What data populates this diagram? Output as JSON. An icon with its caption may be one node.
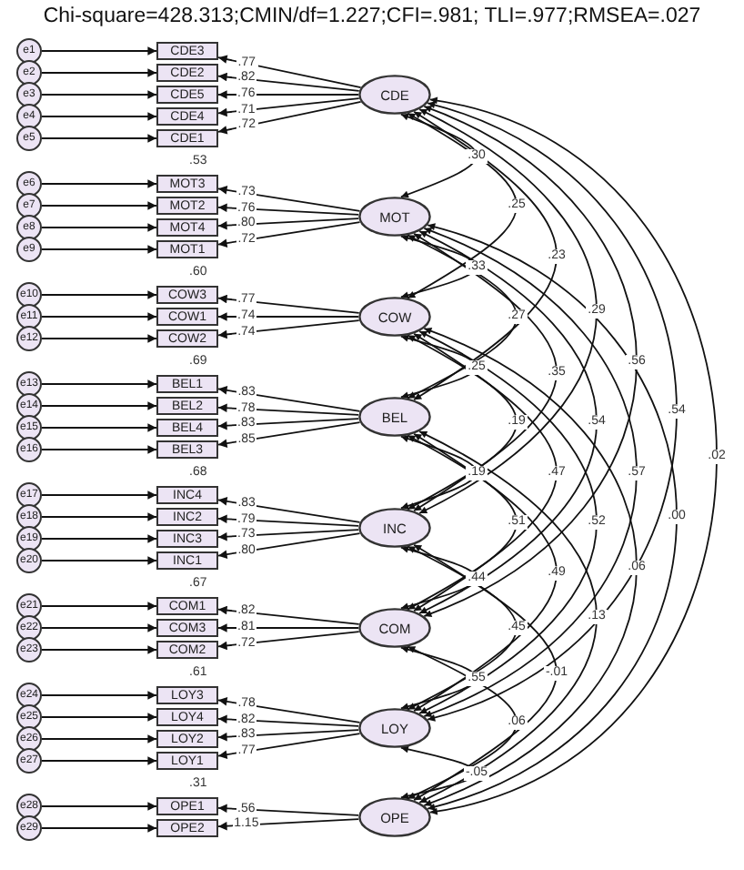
{
  "diagram": {
    "title": "Chi-square=428.313;CMIN/df=1.227;CFI=.981; TLI=.977;RMSEA=.027",
    "nodes": [
      {
        "text": [
          "CDE"
        ]
      },
      {
        "text": [
          "e1"
        ]
      },
      {
        "text": [
          "CDE3"
        ]
      },
      {
        "text": [
          "e2"
        ]
      },
      {
        "text": [
          "CDE2"
        ]
      },
      {
        "text": [
          "e3"
        ]
      },
      {
        "text": [
          "CDE5"
        ]
      },
      {
        "text": [
          "e4"
        ]
      },
      {
        "text": [
          "CDE4"
        ]
      },
      {
        "text": [
          "e5"
        ]
      },
      {
        "text": [
          "CDE1"
        ]
      },
      {
        "text": [
          "MOT"
        ]
      },
      {
        "text": [
          "e6"
        ]
      },
      {
        "text": [
          "MOT3"
        ],
        "beside": [
          ".53"
        ]
      },
      {
        "text": [
          "e7"
        ]
      },
      {
        "text": [
          "MOT2"
        ]
      },
      {
        "text": [
          "e8"
        ]
      },
      {
        "text": [
          "MOT4"
        ]
      },
      {
        "text": [
          "e9"
        ]
      },
      {
        "text": [
          "MOT1"
        ]
      },
      {
        "text": [
          "COW"
        ]
      },
      {
        "text": [
          "e10"
        ]
      },
      {
        "text": [
          "COW3"
        ],
        "beside": [
          ".60"
        ]
      },
      {
        "text": [
          "e11"
        ]
      },
      {
        "text": [
          "COW1"
        ]
      },
      {
        "text": [
          "e12"
        ]
      },
      {
        "text": [
          "COW2"
        ]
      },
      {
        "text": [
          "BEL"
        ]
      },
      {
        "text": [
          "e13"
        ]
      },
      {
        "text": [
          "BEL1"
        ],
        "beside": [
          ".69"
        ]
      },
      {
        "text": [
          "e14"
        ]
      },
      {
        "text": [
          "BEL2"
        ]
      },
      {
        "text": [
          "e15"
        ]
      },
      {
        "text": [
          "BEL4"
        ]
      },
      {
        "text": [
          "e16"
        ]
      },
      {
        "text": [
          "BEL3"
        ]
      },
      {
        "text": [
          "INC"
        ]
      },
      {
        "text": [
          "e17"
        ]
      },
      {
        "text": [
          "INC4"
        ],
        "beside": [
          ".68"
        ]
      },
      {
        "text": [
          "e18"
        ]
      },
      {
        "text": [
          "INC2"
        ]
      },
      {
        "text": [
          "e19"
        ]
      },
      {
        "text": [
          "INC3"
        ]
      },
      {
        "text": [
          "e20"
        ]
      },
      {
        "text": [
          "INC1"
        ]
      },
      {
        "text": [
          "COM"
        ]
      },
      {
        "text": [
          "e21"
        ]
      },
      {
        "text": [
          "COM1"
        ],
        "beside": [
          ".67"
        ]
      },
      {
        "text": [
          "e22"
        ]
      },
      {
        "text": [
          "COM3"
        ]
      },
      {
        "text": [
          "e23"
        ]
      },
      {
        "text": [
          "COM2"
        ]
      },
      {
        "text": [
          "LOY"
        ]
      },
      {
        "text": [
          "e24"
        ]
      },
      {
        "text": [
          "LOY3"
        ],
        "beside": [
          ".61"
        ]
      },
      {
        "text": [
          "e25"
        ]
      },
      {
        "text": [
          "LOY4"
        ]
      },
      {
        "text": [
          "e26"
        ]
      },
      {
        "text": [
          "LOY2"
        ]
      },
      {
        "text": [
          "e27"
        ]
      },
      {
        "text": [
          "LOY1"
        ]
      },
      {
        "text": [
          "OPE"
        ]
      },
      {
        "text": [
          "e28"
        ]
      },
      {
        "text": [
          "OPE1"
        ],
        "beside": [
          ".31"
        ]
      },
      {
        "text": [
          "e29"
        ]
      },
      {
        "text": [
          "OPE2"
        ]
      }
    ],
    "edges": [
      {
        "from": 1,
        "to": 2,
        "arrow": "to"
      },
      {
        "from": 0,
        "to": 2,
        "arrow": "to",
        "label": ".77"
      },
      {
        "from": 3,
        "to": 4,
        "arrow": "to"
      },
      {
        "from": 0,
        "to": 4,
        "arrow": "to",
        "label": ".82"
      },
      {
        "from": 5,
        "to": 6,
        "arrow": "to"
      },
      {
        "from": 0,
        "to": 6,
        "arrow": "to",
        "label": ".76"
      },
      {
        "from": 7,
        "to": 8,
        "arrow": "to"
      },
      {
        "from": 0,
        "to": 8,
        "arrow": "to",
        "label": ".71"
      },
      {
        "from": 9,
        "to": 10,
        "arrow": "to"
      },
      {
        "from": 0,
        "to": 10,
        "arrow": "to",
        "label": ".72"
      },
      {
        "from": 12,
        "to": 13,
        "arrow": "to"
      },
      {
        "from": 11,
        "to": 13,
        "arrow": "to",
        "label": ".73"
      },
      {
        "from": 14,
        "to": 15,
        "arrow": "to"
      },
      {
        "from": 11,
        "to": 15,
        "arrow": "to",
        "label": ".76"
      },
      {
        "from": 16,
        "to": 17,
        "arrow": "to"
      },
      {
        "from": 11,
        "to": 17,
        "arrow": "to",
        "label": ".80"
      },
      {
        "from": 18,
        "to": 19,
        "arrow": "to"
      },
      {
        "from": 11,
        "to": 19,
        "arrow": "to",
        "label": ".72"
      },
      {
        "from": 21,
        "to": 22,
        "arrow": "to"
      },
      {
        "from": 20,
        "to": 22,
        "arrow": "to",
        "label": ".77"
      },
      {
        "from": 23,
        "to": 24,
        "arrow": "to"
      },
      {
        "from": 20,
        "to": 24,
        "arrow": "to",
        "label": ".74"
      },
      {
        "from": 25,
        "to": 26,
        "arrow": "to"
      },
      {
        "from": 20,
        "to": 26,
        "arrow": "to",
        "label": ".74"
      },
      {
        "from": 28,
        "to": 29,
        "arrow": "to"
      },
      {
        "from": 27,
        "to": 29,
        "arrow": "to",
        "label": ".83"
      },
      {
        "from": 30,
        "to": 31,
        "arrow": "to"
      },
      {
        "from": 27,
        "to": 31,
        "arrow": "to",
        "label": ".78"
      },
      {
        "from": 32,
        "to": 33,
        "arrow": "to"
      },
      {
        "from": 27,
        "to": 33,
        "arrow": "to",
        "label": ".83"
      },
      {
        "from": 34,
        "to": 35,
        "arrow": "to"
      },
      {
        "from": 27,
        "to": 35,
        "arrow": "to",
        "label": ".85"
      },
      {
        "from": 37,
        "to": 38,
        "arrow": "to"
      },
      {
        "from": 36,
        "to": 38,
        "arrow": "to",
        "label": ".83"
      },
      {
        "from": 39,
        "to": 40,
        "arrow": "to"
      },
      {
        "from": 36,
        "to": 40,
        "arrow": "to",
        "label": ".79"
      },
      {
        "from": 41,
        "to": 42,
        "arrow": "to"
      },
      {
        "from": 36,
        "to": 42,
        "arrow": "to",
        "label": ".73"
      },
      {
        "from": 43,
        "to": 44,
        "arrow": "to"
      },
      {
        "from": 36,
        "to": 44,
        "arrow": "to",
        "label": ".80"
      },
      {
        "from": 46,
        "to": 47,
        "arrow": "to"
      },
      {
        "from": 45,
        "to": 47,
        "arrow": "to",
        "label": ".82"
      },
      {
        "from": 48,
        "to": 49,
        "arrow": "to"
      },
      {
        "from": 45,
        "to": 49,
        "arrow": "to",
        "label": ".81"
      },
      {
        "from": 50,
        "to": 51,
        "arrow": "to"
      },
      {
        "from": 45,
        "to": 51,
        "arrow": "to",
        "label": ".72"
      },
      {
        "from": 53,
        "to": 54,
        "arrow": "to"
      },
      {
        "from": 52,
        "to": 54,
        "arrow": "to",
        "label": ".78"
      },
      {
        "from": 55,
        "to": 56,
        "arrow": "to"
      },
      {
        "from": 52,
        "to": 56,
        "arrow": "to",
        "label": ".82"
      },
      {
        "from": 57,
        "to": 58,
        "arrow": "to"
      },
      {
        "from": 52,
        "to": 58,
        "arrow": "to",
        "label": ".83"
      },
      {
        "from": 59,
        "to": 60,
        "arrow": "to"
      },
      {
        "from": 52,
        "to": 60,
        "arrow": "to",
        "label": ".77"
      },
      {
        "from": 62,
        "to": 63,
        "arrow": "to"
      },
      {
        "from": 61,
        "to": 63,
        "arrow": "to",
        "label": ".56"
      },
      {
        "from": 64,
        "to": 65,
        "arrow": "to"
      },
      {
        "from": 61,
        "to": 65,
        "arrow": "to",
        "label": "1.15"
      },
      {
        "from": 0,
        "to": 11,
        "arrow": "both",
        "label": ".30"
      },
      {
        "from": 11,
        "to": 20,
        "arrow": "both",
        "label": ".33"
      },
      {
        "from": 20,
        "to": 27,
        "arrow": "both",
        "label": ".25"
      },
      {
        "from": 27,
        "to": 36,
        "arrow": "both",
        "label": ".19"
      },
      {
        "from": 36,
        "to": 45,
        "arrow": "both",
        "label": ".44"
      },
      {
        "from": 45,
        "to": 52,
        "arrow": "both",
        "label": ".55"
      },
      {
        "from": 52,
        "to": 61,
        "arrow": "both",
        "label": "-.05"
      },
      {
        "from": 0,
        "to": 20,
        "arrow": "both",
        "label": ".25"
      },
      {
        "from": 11,
        "to": 27,
        "arrow": "both",
        "label": ".27"
      },
      {
        "from": 20,
        "to": 36,
        "arrow": "both",
        "label": ".19"
      },
      {
        "from": 27,
        "to": 45,
        "arrow": "both",
        "label": ".51"
      },
      {
        "from": 36,
        "to": 52,
        "arrow": "both",
        "label": ".45"
      },
      {
        "from": 45,
        "to": 61,
        "arrow": "both",
        "label": ".06"
      },
      {
        "from": 0,
        "to": 27,
        "arrow": "both",
        "label": ".23"
      },
      {
        "from": 11,
        "to": 36,
        "arrow": "both",
        "label": ".35"
      },
      {
        "from": 20,
        "to": 45,
        "arrow": "both",
        "label": ".47"
      },
      {
        "from": 27,
        "to": 52,
        "arrow": "both",
        "label": ".49"
      },
      {
        "from": 36,
        "to": 61,
        "arrow": "both",
        "label": "-.01"
      },
      {
        "from": 0,
        "to": 36,
        "arrow": "both",
        "label": ".29"
      },
      {
        "from": 11,
        "to": 45,
        "arrow": "both",
        "label": ".54"
      },
      {
        "from": 20,
        "to": 52,
        "arrow": "both",
        "label": ".52"
      },
      {
        "from": 27,
        "to": 61,
        "arrow": "both",
        "label": ".13"
      },
      {
        "from": 0,
        "to": 45,
        "arrow": "both",
        "label": ".56"
      },
      {
        "from": 11,
        "to": 52,
        "arrow": "both",
        "label": ".57"
      },
      {
        "from": 20,
        "to": 61,
        "arrow": "both",
        "label": ".06"
      },
      {
        "from": 0,
        "to": 52,
        "arrow": "both",
        "label": ".54"
      },
      {
        "from": 11,
        "to": 61,
        "arrow": "both",
        "label": ".00"
      },
      {
        "from": 0,
        "to": 61,
        "arrow": "both",
        "label": ".02"
      }
    ]
  }
}
